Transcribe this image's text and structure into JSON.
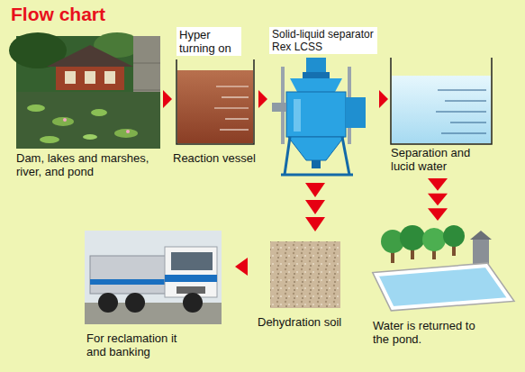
{
  "diagram": {
    "title": "Flow chart",
    "nodes": [
      {
        "text": [
          "Dam, lakes and marshes, river, and pond"
        ]
      },
      {
        "text": [
          "Hyper turning on",
          "Reaction vessel"
        ]
      },
      {
        "text": [
          "Solid-liquid separator Rex LCSS"
        ]
      },
      {
        "text": [
          "Separation and lucid water"
        ]
      },
      {
        "text": [
          "For reclamation it and banking"
        ]
      },
      {
        "text": [
          "Dehydration soil"
        ]
      },
      {
        "text": [
          "Water is returned to the pond."
        ]
      }
    ],
    "edges": [
      {
        "from": 0,
        "to": 1,
        "arrow": "to"
      },
      {
        "from": 1,
        "to": 2,
        "arrow": "to"
      },
      {
        "from": 2,
        "to": 3,
        "arrow": "to"
      },
      {
        "from": 2,
        "to": 5,
        "arrow": "to"
      },
      {
        "from": 3,
        "to": 6,
        "arrow": "to"
      },
      {
        "from": 5,
        "to": 4,
        "arrow": "to"
      }
    ]
  }
}
